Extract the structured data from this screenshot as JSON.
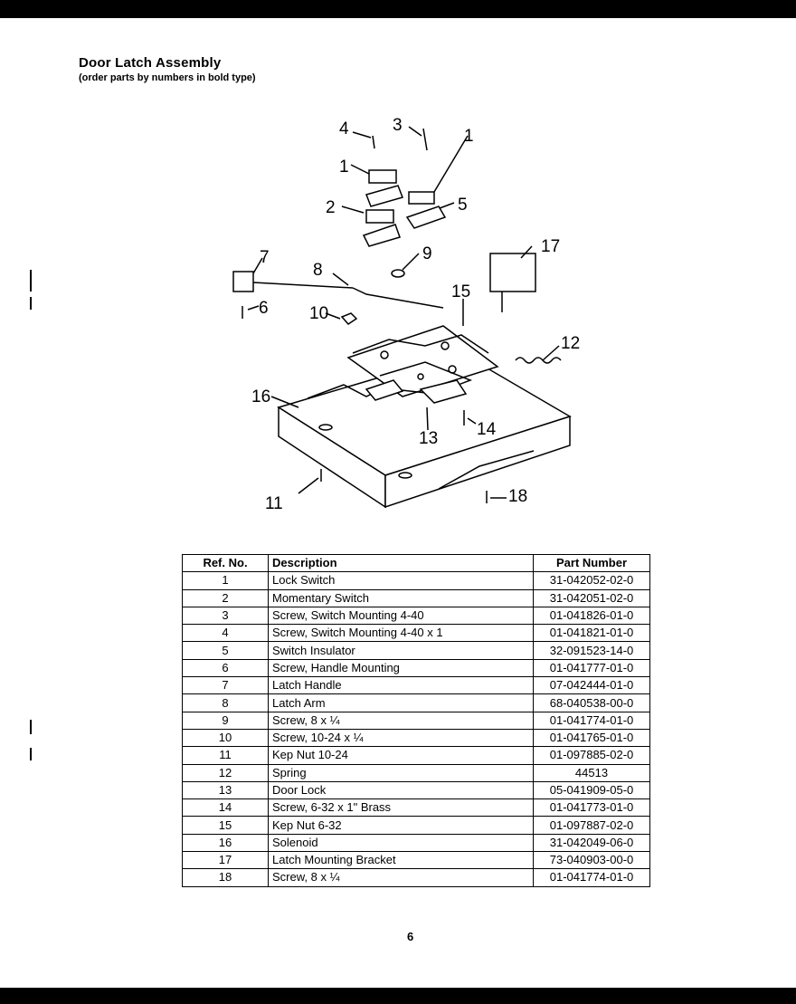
{
  "header": {
    "title": "Door Latch Assembly",
    "subtitle": "(order parts by numbers in bold type)"
  },
  "diagram": {
    "callouts": [
      "1",
      "2",
      "3",
      "4",
      "1",
      "5",
      "6",
      "7",
      "8",
      "9",
      "10",
      "11",
      "12",
      "13",
      "14",
      "15",
      "16",
      "17",
      "18"
    ]
  },
  "table": {
    "headers": [
      "Ref. No.",
      "Description",
      "Part Number"
    ],
    "rows": [
      [
        "1",
        "Lock Switch",
        "31-042052-02-0"
      ],
      [
        "2",
        "Momentary Switch",
        "31-042051-02-0"
      ],
      [
        "3",
        "Screw, Switch Mounting 4-40",
        "01-041826-01-0"
      ],
      [
        "4",
        "Screw, Switch Mounting 4-40 x 1",
        "01-041821-01-0"
      ],
      [
        "5",
        "Switch Insulator",
        "32-091523-14-0"
      ],
      [
        "6",
        "Screw, Handle Mounting",
        "01-041777-01-0"
      ],
      [
        "7",
        "Latch Handle",
        "07-042444-01-0"
      ],
      [
        "8",
        "Latch Arm",
        "68-040538-00-0"
      ],
      [
        "9",
        "Screw, 8 x ¼",
        "01-041774-01-0"
      ],
      [
        "10",
        "Screw, 10-24 x ¼",
        "01-041765-01-0"
      ],
      [
        "11",
        "Kep Nut 10-24",
        "01-097885-02-0"
      ],
      [
        "12",
        "Spring",
        "44513"
      ],
      [
        "13",
        "Door Lock",
        "05-041909-05-0"
      ],
      [
        "14",
        "Screw, 6-32 x 1\" Brass",
        "01-041773-01-0"
      ],
      [
        "15",
        "Kep Nut 6-32",
        "01-097887-02-0"
      ],
      [
        "16",
        "Solenoid",
        "31-042049-06-0"
      ],
      [
        "17",
        "Latch Mounting Bracket",
        "73-040903-00-0"
      ],
      [
        "18",
        "Screw, 8 x ¼",
        "01-041774-01-0"
      ]
    ]
  },
  "footer": {
    "page_number": "6"
  }
}
